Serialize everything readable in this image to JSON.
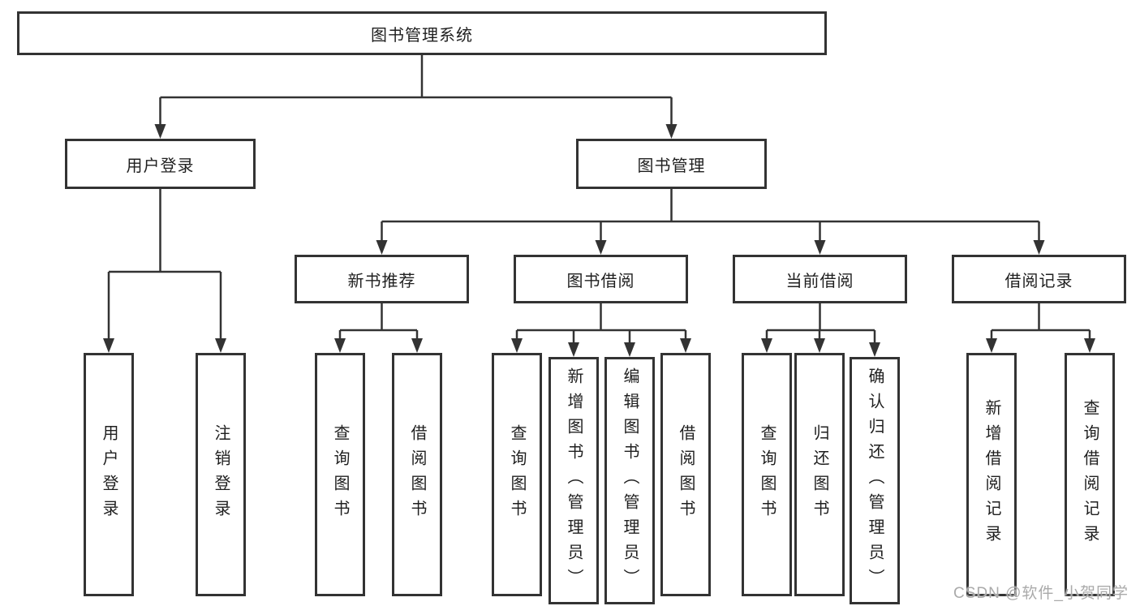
{
  "root": {
    "label": "图书管理系统"
  },
  "branches": {
    "user_login": {
      "label": "用户登录"
    },
    "book_mgmt": {
      "label": "图书管理"
    }
  },
  "user_leaves": [
    "用户登录",
    "注销登录"
  ],
  "sections": {
    "new_books": {
      "label": "新书推荐",
      "leaves": [
        "查询图书",
        "借阅图书"
      ]
    },
    "borrow": {
      "label": "图书借阅",
      "leaves": [
        "查询图书",
        "新增图书（管理员）",
        "编辑图书（管理员）",
        "借阅图书"
      ]
    },
    "current": {
      "label": "当前借阅",
      "leaves": [
        "查询图书",
        "归还图书",
        "确认归还（管理员）"
      ]
    },
    "records": {
      "label": "借阅记录",
      "leaves": [
        "新增借阅记录",
        "查询借阅记录"
      ]
    }
  },
  "colors": {
    "line": "#333333",
    "box_border": "#333333",
    "text": "#1f1f1f",
    "watermark": "#aaaaaa"
  },
  "watermark": "CSDN @软件_小贺同学"
}
